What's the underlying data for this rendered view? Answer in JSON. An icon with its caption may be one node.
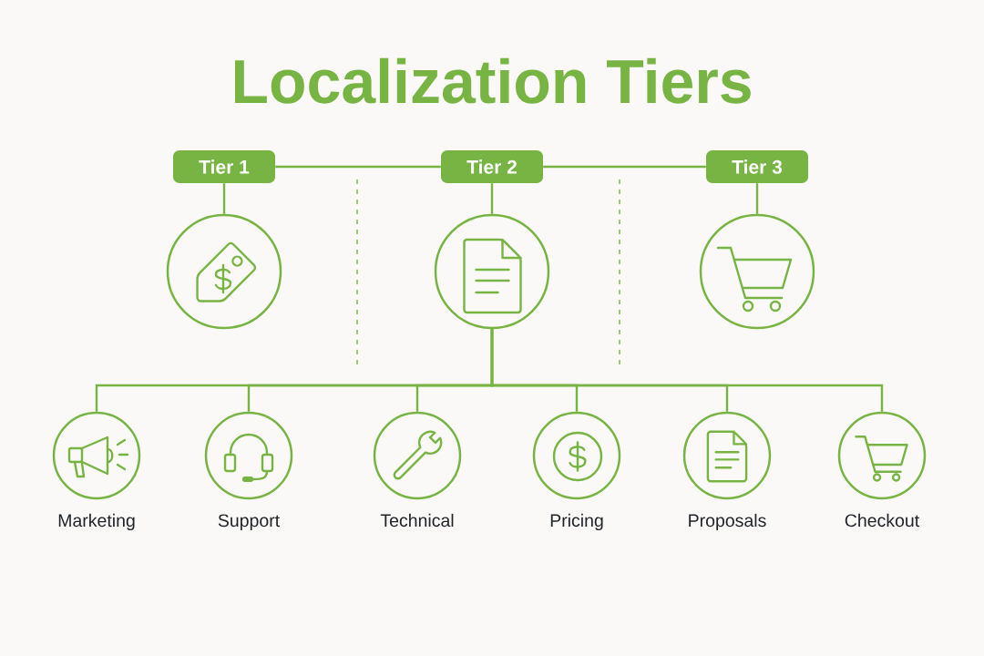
{
  "diagram": {
    "title": "Localization Tiers",
    "nodes": [
      {
        "text": [
          "Tier 1"
        ]
      },
      {
        "text": [
          "Tier 2"
        ]
      },
      {
        "text": [
          "Tier 3"
        ]
      },
      {
        "text": [],
        "shape": "circle"
      },
      {
        "text": [],
        "shape": "circle"
      },
      {
        "text": [],
        "shape": "circle"
      },
      {
        "text": [
          "Marketing"
        ]
      },
      {
        "text": [
          "Support"
        ]
      },
      {
        "text": [
          "Technical"
        ]
      },
      {
        "text": [
          "Pricing"
        ]
      },
      {
        "text": [
          "Proposals"
        ]
      },
      {
        "text": [
          "Checkout"
        ]
      }
    ],
    "edges": [
      {
        "from": 0,
        "to": 1,
        "arrow": "none"
      },
      {
        "from": 1,
        "to": 2,
        "arrow": "none"
      },
      {
        "from": 0,
        "to": 3,
        "arrow": "none"
      },
      {
        "from": 1,
        "to": 4,
        "arrow": "none"
      },
      {
        "from": 2,
        "to": 5,
        "arrow": "none"
      },
      {
        "from": 4,
        "to": 6,
        "arrow": "none"
      },
      {
        "from": 4,
        "to": 7,
        "arrow": "none"
      },
      {
        "from": 4,
        "to": 8,
        "arrow": "none"
      },
      {
        "from": 4,
        "to": 9,
        "arrow": "none"
      },
      {
        "from": 4,
        "to": 10,
        "arrow": "none"
      },
      {
        "from": 4,
        "to": 11,
        "arrow": "none"
      }
    ]
  }
}
